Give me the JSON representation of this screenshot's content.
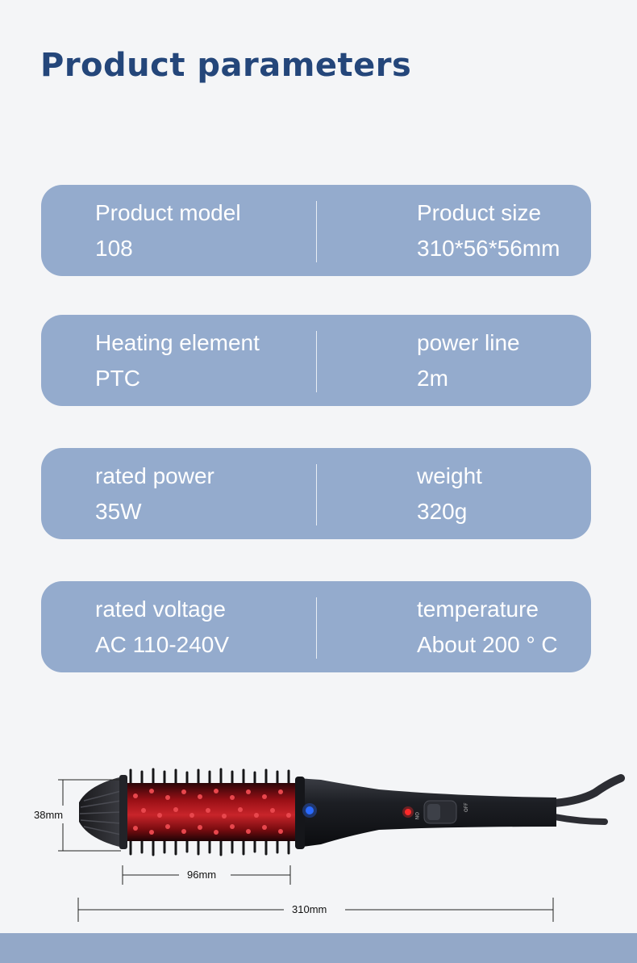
{
  "title": "Product parameters",
  "params": [
    {
      "left": {
        "label": "Product model",
        "value": "108"
      },
      "right": {
        "label": "Product size",
        "value": "310*56*56mm"
      }
    },
    {
      "left": {
        "label": "Heating element",
        "value": "PTC"
      },
      "right": {
        "label": "power line",
        "value": "2m"
      }
    },
    {
      "left": {
        "label": "rated power",
        "value": "35W"
      },
      "right": {
        "label": "weight",
        "value": "320g"
      }
    },
    {
      "left": {
        "label": "rated voltage",
        "value": "AC  110-240V"
      },
      "right": {
        "label": "temperature",
        "value": "About 200 ° C"
      }
    }
  ],
  "product": {
    "switch_on": "ON",
    "switch_off": "OFF",
    "dim_height": "38mm",
    "dim_barrel": "96mm",
    "dim_total": "310mm"
  },
  "colors": {
    "title": "#24467a",
    "card": "#94abcd",
    "card_text": "#ffffff",
    "band": "#93a8c8"
  }
}
